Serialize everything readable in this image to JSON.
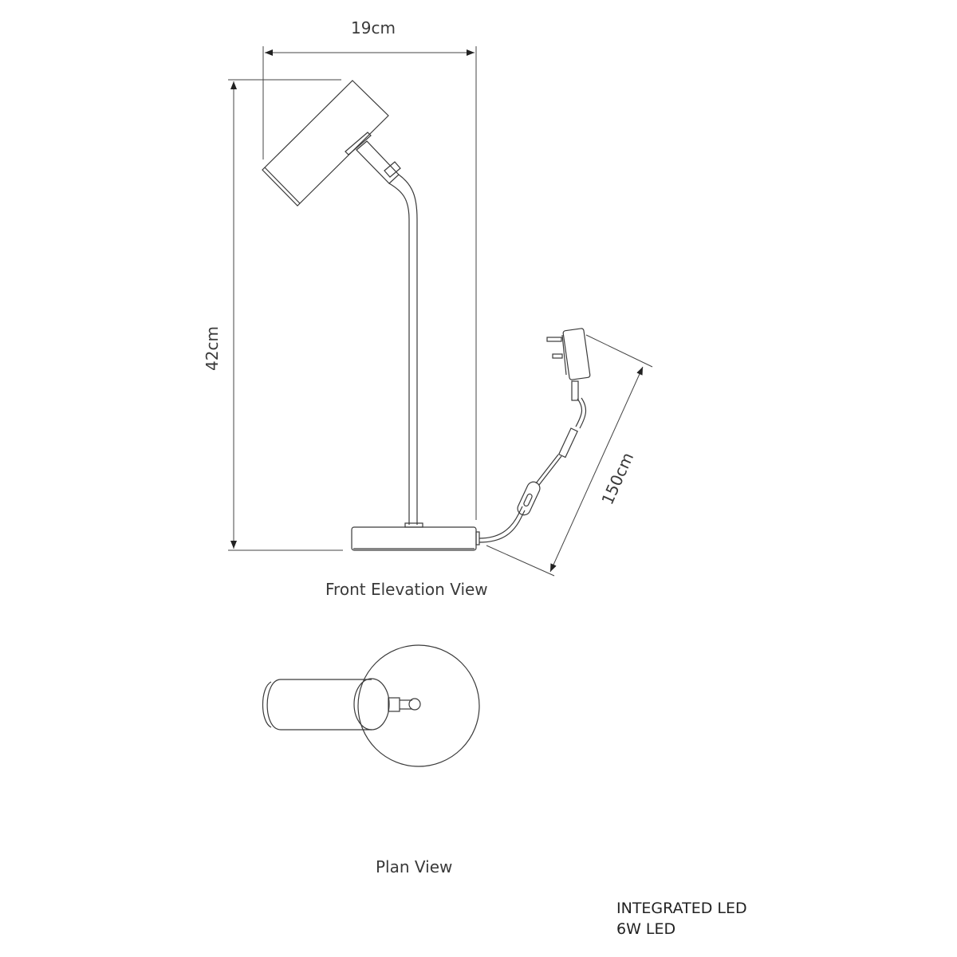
{
  "dimensions": {
    "width": "19cm",
    "height": "42cm",
    "cable_length": "150cm"
  },
  "views": {
    "front": "Front Elevation View",
    "plan": "Plan View"
  },
  "specs": {
    "line1": "INTEGRATED LED",
    "line2": "6W LED"
  },
  "colors": {
    "line": "#3a3a3a",
    "background": "#ffffff"
  }
}
